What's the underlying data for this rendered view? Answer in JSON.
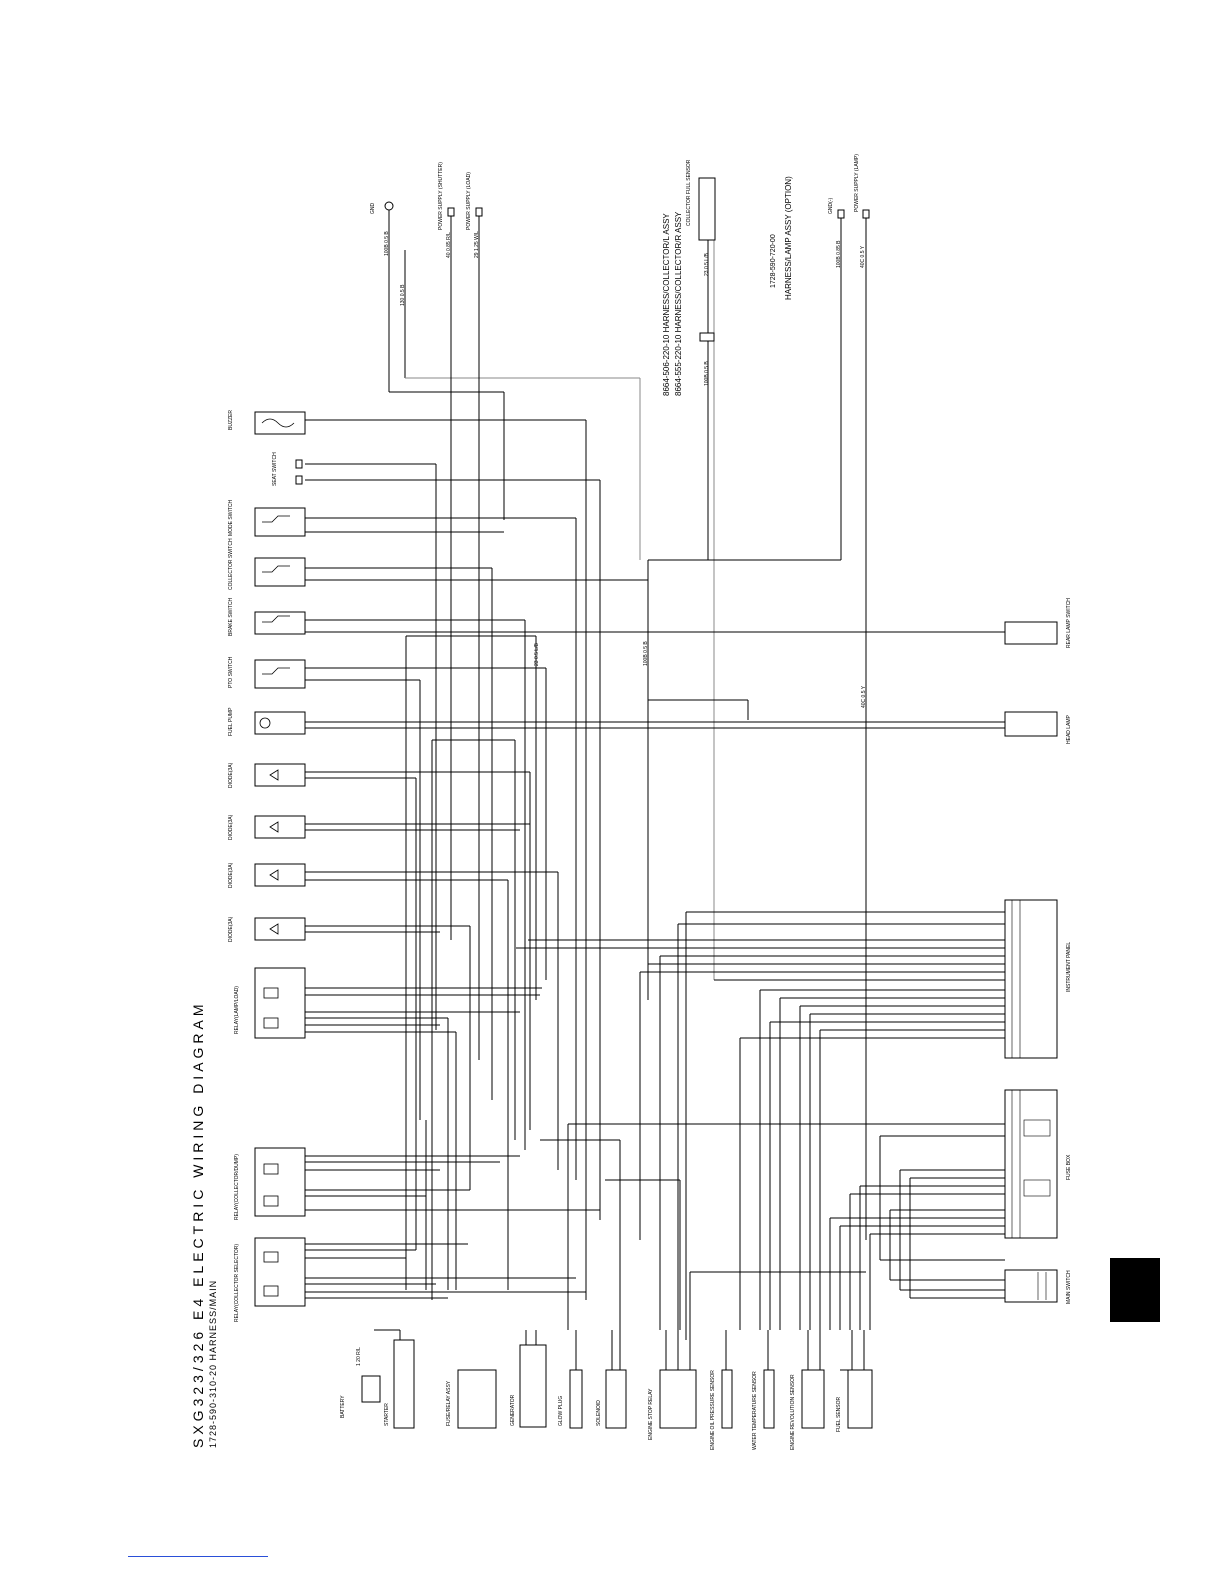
{
  "title": "SXG323/326 E4  ELECTRIC WIRING DIAGRAM",
  "subtitle": "1728-590-310-20 HARNESS/MAIN",
  "colors": {
    "ink": "#000000",
    "accent_tab": "#000000",
    "rule": "#2a4fd8",
    "background": "#ffffff"
  },
  "top_terminals": [
    {
      "id": "gnd",
      "label": "GND"
    },
    {
      "id": "power-supply-1",
      "label": "POWER SUPPLY (SHUTTER)"
    },
    {
      "id": "power-supply-2",
      "label": "POWER SUPPLY (LOAD)"
    },
    {
      "id": "gnd-opt",
      "label": "GND(-)"
    },
    {
      "id": "power-supply-lamp",
      "label": "POWER SUPPLY (LAMP)"
    }
  ],
  "collector_sensor": {
    "label": "COLLECTOR FULL SENSOR"
  },
  "harness_notes": [
    "8664-506-220-10 HARNESS/COLLECTOR/L ASSY",
    "8664-555-220-10 HARNESS/COLLECTOR/R ASSY"
  ],
  "lamp_harness": {
    "part": "1728-590-720-00",
    "label": "HARNESS/LAMP ASSY (OPTION)"
  },
  "left_components": [
    {
      "id": "buzzer",
      "label": "BUZZER"
    },
    {
      "id": "seat-switch",
      "label": "SEAT SWITCH"
    },
    {
      "id": "mode-switch",
      "label": "MODE SWITCH"
    },
    {
      "id": "collector-switch",
      "label": "COLLECTOR SWITCH"
    },
    {
      "id": "brake-switch",
      "label": "BRAKE SWITCH"
    },
    {
      "id": "pto-switch",
      "label": "PTO SWITCH"
    },
    {
      "id": "fuel-pump",
      "label": "FUEL PUMP"
    },
    {
      "id": "diode-1",
      "label": "DIODE(3A)"
    },
    {
      "id": "diode-2",
      "label": "DIODE(3A)"
    },
    {
      "id": "diode-3",
      "label": "DIODE(3A)"
    },
    {
      "id": "diode-4",
      "label": "DIODE(3A)"
    },
    {
      "id": "relay-lamp",
      "label": "RELAY(LAMP/LOAD)"
    },
    {
      "id": "relay-collector",
      "label": "RELAY(COLLECTOR/DUMP)"
    },
    {
      "id": "relay-collector-2",
      "label": "RELAY(COLLECTOR SELECTOR)"
    }
  ],
  "bottom_components": [
    {
      "id": "battery",
      "label": "BATTERY"
    },
    {
      "id": "starter",
      "label": "STARTER"
    },
    {
      "id": "fuse-relay",
      "label": "FUSE/RELAY ASSY"
    },
    {
      "id": "generator",
      "label": "GENERATOR"
    },
    {
      "id": "glow-plug",
      "label": "GLOW PLUG"
    },
    {
      "id": "solenoid",
      "label": "SOLENOID"
    },
    {
      "id": "engine-stop-relay",
      "label": "ENGINE STOP RELAY"
    },
    {
      "id": "engine-oil-sensor",
      "label": "ENGINE OIL PRESSURE SENSOR"
    },
    {
      "id": "water-temp-sensor",
      "label": "WATER TEMPERATURE SENSOR"
    },
    {
      "id": "engine-rev-sensor",
      "label": "ENGINE REVOLUTION SENSOR"
    },
    {
      "id": "fuel-sensor",
      "label": "FUEL SENSOR"
    }
  ],
  "right_components": [
    {
      "id": "seat-lamp-switch",
      "label": "REAR LAMP SWITCH"
    },
    {
      "id": "head-lamp",
      "label": "HEAD LAMP"
    },
    {
      "id": "instrument-panel",
      "label": "INSTRUMENT PANEL"
    },
    {
      "id": "fuse-box",
      "label": "FUSE BOX"
    },
    {
      "id": "main-switch",
      "label": "MAIN SWITCH"
    }
  ],
  "wire_labels": [
    {
      "id": "w-gnd",
      "text": "100B  0.5  B"
    },
    {
      "id": "w-gnd2",
      "text": "130  0.5  B"
    },
    {
      "id": "w-ps1",
      "text": "40  0.85  R/L"
    },
    {
      "id": "w-ps2",
      "text": "29  1.25  W/L"
    },
    {
      "id": "w-coll1",
      "text": "23  0.5  L/B"
    },
    {
      "id": "w-coll2",
      "text": "100B  0.5  B"
    },
    {
      "id": "w-opt1",
      "text": "100B  0.85  B"
    },
    {
      "id": "w-opt2",
      "text": "40C  0.5  Y"
    },
    {
      "id": "w-mid1",
      "text": "100B  0.5  B"
    },
    {
      "id": "w-mid2",
      "text": "23  0.5  L/B"
    },
    {
      "id": "w-y",
      "text": "40C  0.5  Y"
    },
    {
      "id": "w-bat",
      "text": "1  20  R/L"
    }
  ]
}
